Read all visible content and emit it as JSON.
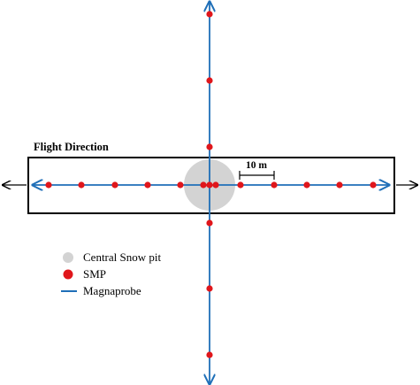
{
  "title": "Flight Direction",
  "scale_label": "10 m",
  "legend": [
    {
      "key": "pit",
      "label": "Central Snow pit"
    },
    {
      "key": "smp",
      "label": "SMP"
    },
    {
      "key": "magnaprobe",
      "label": "Magnaprobe"
    }
  ],
  "colors": {
    "magnaprobe": "#1f6fb8",
    "smp": "#e0161b",
    "pit": "#d3d3d3",
    "frame": "#000000"
  }
}
